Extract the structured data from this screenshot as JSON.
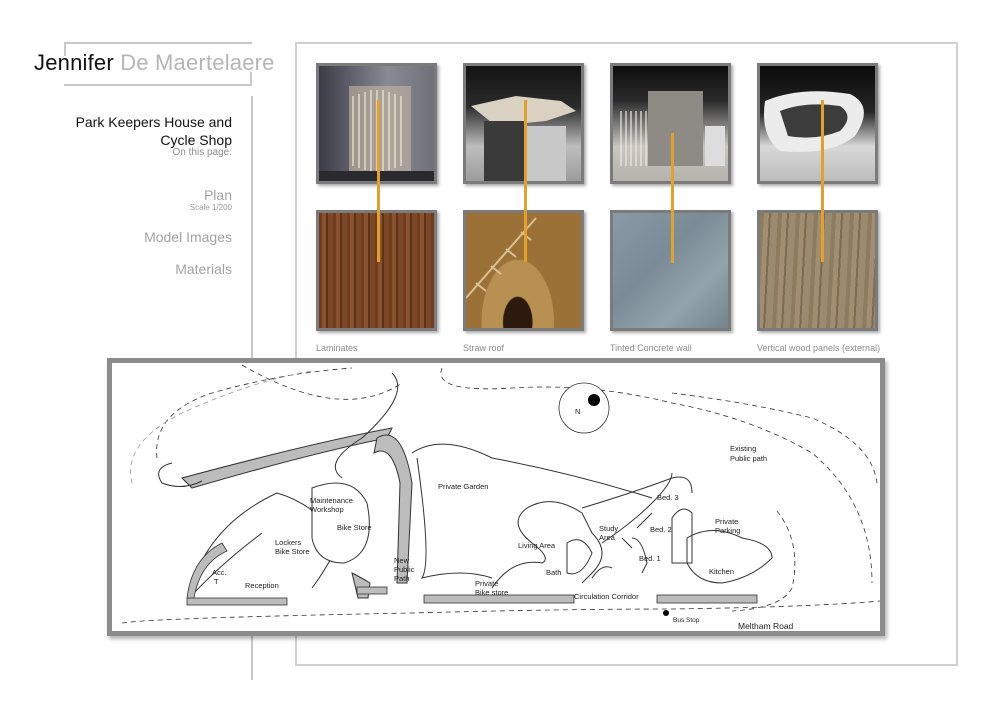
{
  "header": {
    "first_name": "Jennifer",
    "last_name": "De Maertelaere"
  },
  "sidebar": {
    "project_title_line1": "Park Keepers House and",
    "project_title_line2": "Cycle Shop",
    "on_this_page": "On this page:",
    "nav": [
      {
        "label": "Plan",
        "sub": "Scale 1/200"
      },
      {
        "label": "Model Images"
      },
      {
        "label": "Materials"
      }
    ]
  },
  "materials": [
    {
      "caption": "Laminates"
    },
    {
      "caption": "Straw roof"
    },
    {
      "caption": "Tinted Concrete wall"
    },
    {
      "caption": "Vertical wood panels (external)"
    }
  ],
  "plan": {
    "labels": {
      "north": "N",
      "existing_path": "Existing",
      "existing_path_2": "Public path",
      "private_garden": "Private Garden",
      "maintenance": "Maintenance",
      "workshop": "Workshop",
      "bike_store": "Bike Store",
      "lockers": "Lockers",
      "lockers_2": "Bike Store",
      "acc": "Acc.",
      "acc_t": "T",
      "reception": "Reception",
      "new_public": "New",
      "new_public_2": "Public",
      "new_public_3": "Path",
      "private_bike": "Private",
      "private_bike_2": "Bike store",
      "living_area": "Living Area",
      "bath": "Bath",
      "study": "Study",
      "study_2": "Area",
      "bed1": "Bed. 1",
      "bed2": "Bed. 2",
      "bed3": "Bed. 3",
      "private_parking": "Private",
      "private_parking_2": "Parking",
      "kitchen": "Kitchen",
      "circulation": "Circulation Corridor",
      "bus_stop": "Bus Stop",
      "meltham_road": "Meltham Road"
    }
  }
}
